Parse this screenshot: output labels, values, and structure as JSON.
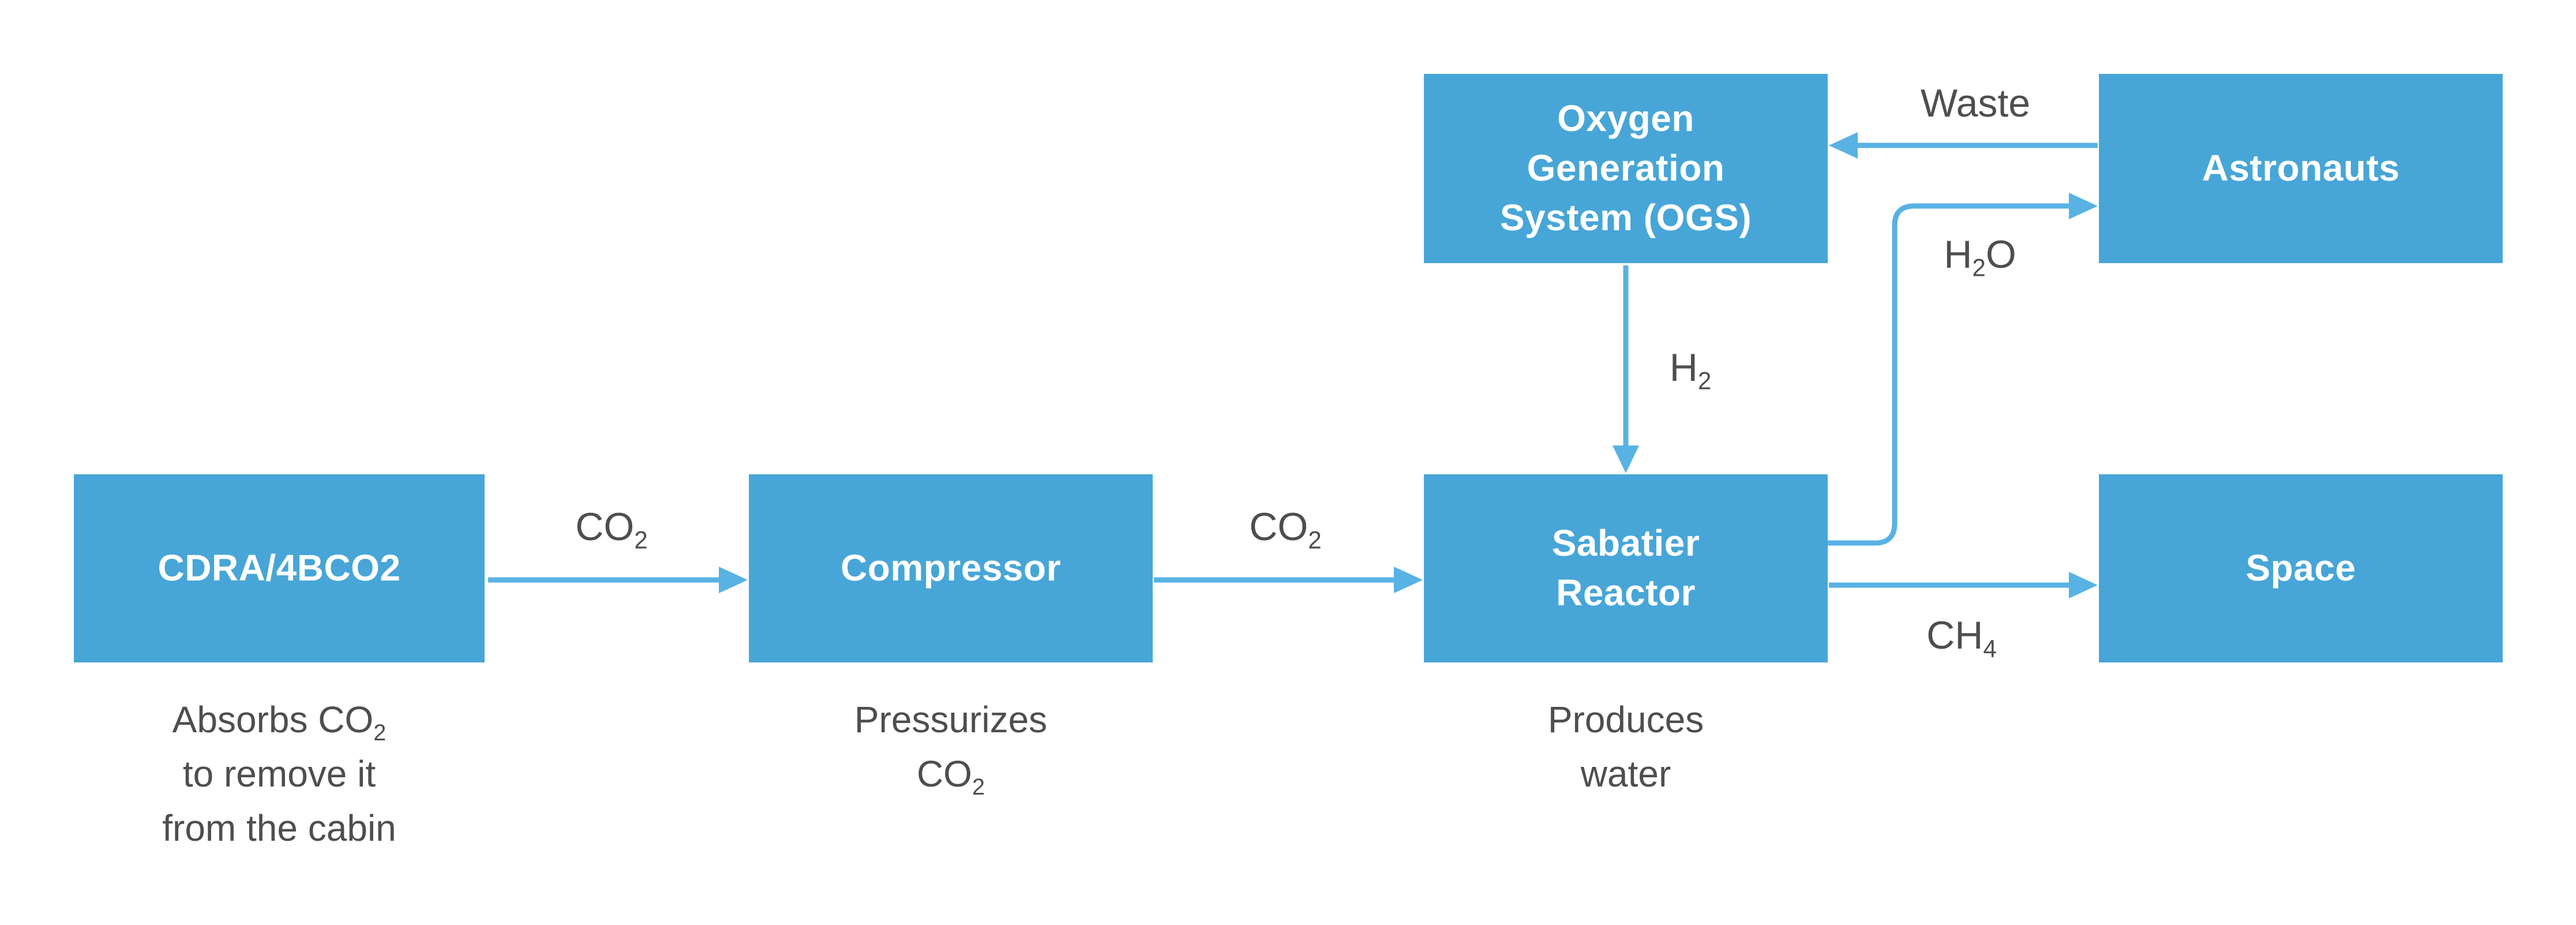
{
  "title": "CO2 removal and Sabatier reactor process flow diagram",
  "colors": {
    "box_blue": "#47a6d7",
    "arrow_blue": "#58b2e4",
    "label_text": "#4e4e4e",
    "box_text": "#ffffff",
    "background": "#ffffff"
  },
  "boxes": {
    "cdra": {
      "label": "CDRA/4BCO2"
    },
    "compressor": {
      "label": "Compressor"
    },
    "sabatier": {
      "label": "Sabatier\nReactor"
    },
    "ogs": {
      "label": "Oxygen\nGeneration\nSystem (OGS)"
    },
    "astronauts": {
      "label": "Astronauts"
    },
    "space": {
      "label": "Space"
    }
  },
  "flows": {
    "co2_cdra_to_compressor": {
      "pre": "CO",
      "sub": "2"
    },
    "co2_compressor_to_sabatier": {
      "pre": "CO",
      "sub": "2"
    },
    "h2_ogs_to_sabatier": {
      "pre": "H",
      "sub": "2"
    },
    "waste_astronauts_to_ogs": {
      "label": "Waste"
    },
    "h2o_sabatier_to_astronauts": {
      "pre": "H",
      "sub": "2",
      "post": "O"
    },
    "ch4_sabatier_to_space": {
      "pre": "CH",
      "sub": "4"
    }
  },
  "captions": {
    "cdra": {
      "line1_pre": "Absorbs CO",
      "line1_sub": "2",
      "line2": "to remove it",
      "line3": "from the cabin"
    },
    "compressor": {
      "line1": "Pressurizes",
      "line2_pre": "CO",
      "line2_sub": "2"
    },
    "sabatier": {
      "line1": "Produces",
      "line2": "water"
    }
  }
}
